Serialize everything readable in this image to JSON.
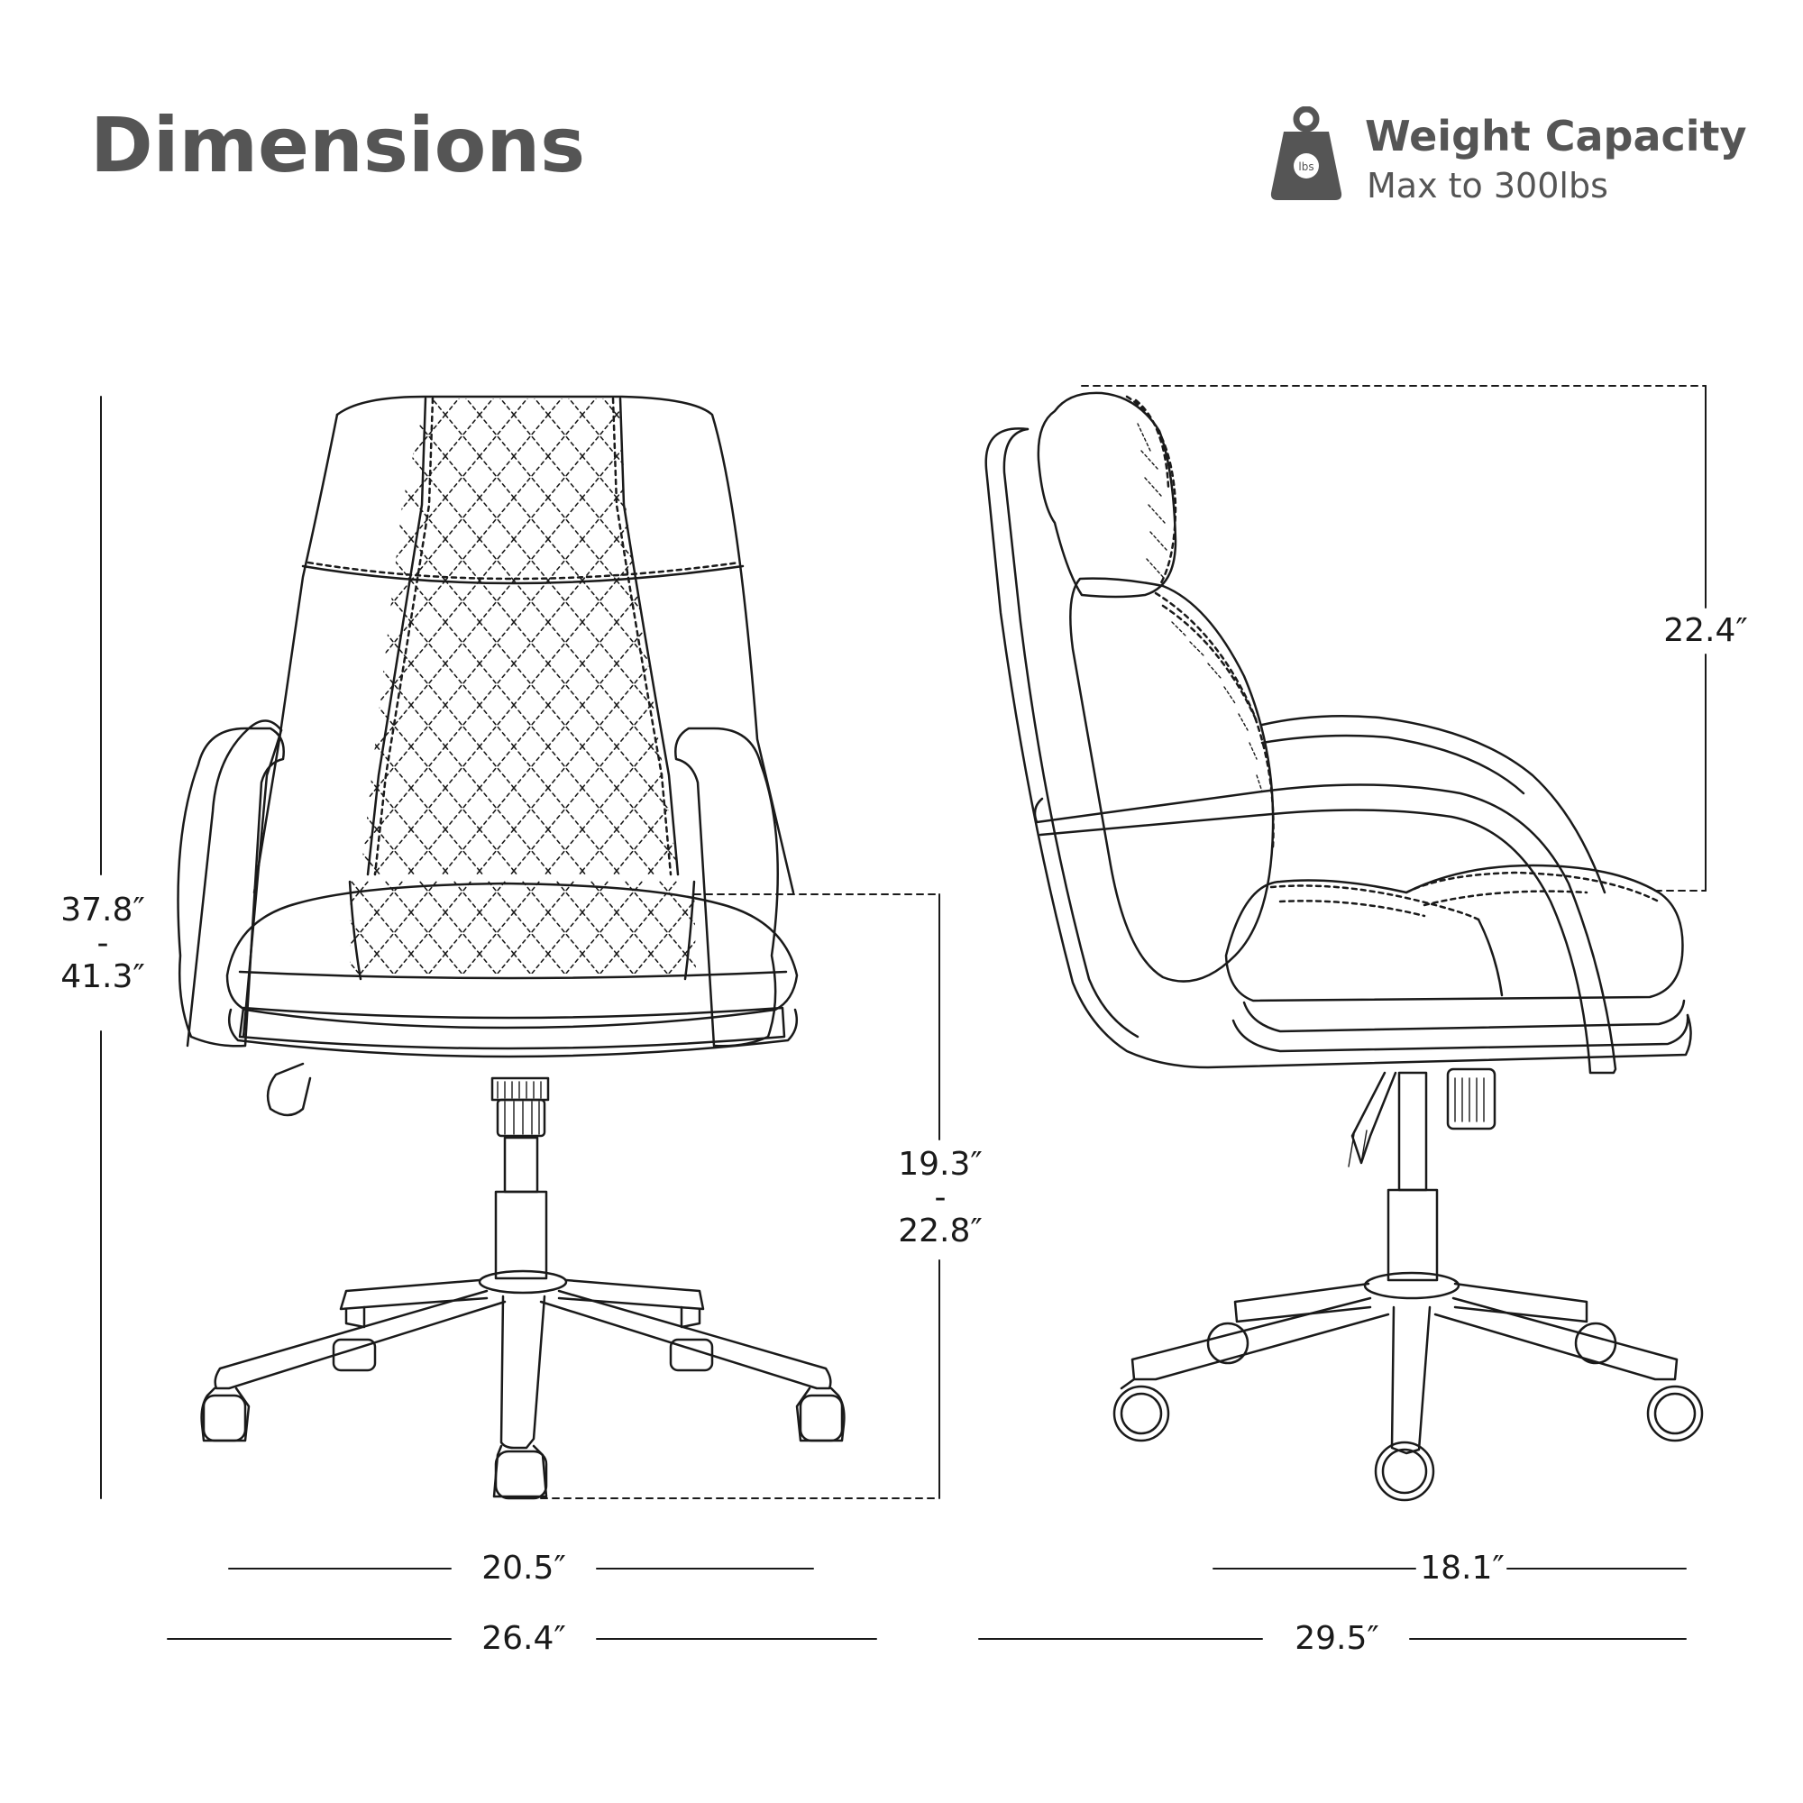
{
  "header": {
    "title": "Dimensions",
    "weight_capacity_label": "Weight Capacity",
    "weight_capacity_value": "Max to 300lbs",
    "weight_icon_text": "lbs"
  },
  "dimensions": {
    "overall_height": {
      "min": "37.8″",
      "sep": "-",
      "max": "41.3″"
    },
    "seat_height": {
      "min": "19.3″",
      "sep": "-",
      "max": "22.8″"
    },
    "back_height": "22.4″",
    "seat_width": "20.5″",
    "base_width": "26.4″",
    "seat_depth": "18.1″",
    "overall_depth": "29.5″"
  },
  "colors": {
    "heading": "#555555",
    "line": "#1a1a1a"
  }
}
